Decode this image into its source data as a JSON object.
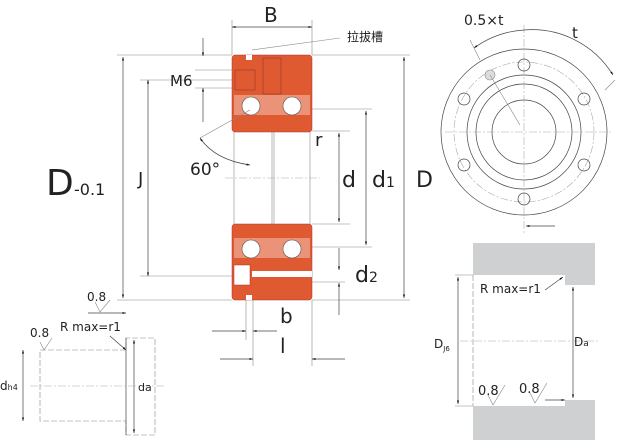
{
  "colors": {
    "bearing_section": "#df5a30",
    "housing": "#cfd0d2"
  },
  "labels": {
    "B": "B",
    "groove": "拉拔槽",
    "M6": "M6",
    "D_main": "D",
    "D_tol": "-0.1",
    "J": "J",
    "angle": "60°",
    "r": "r",
    "d": "d",
    "d1_base": "d",
    "d1_sub": "1",
    "D": "D",
    "d2_base": "d",
    "d2_sub": "2",
    "b": "b",
    "l": "l",
    "rough_top": "0.8",
    "rough_shaft": "0.8",
    "rmax_shaft": "R max=r1",
    "dh4_base": "d",
    "dh4_sub": "h4",
    "da": "da",
    "half_t": "0.5×t",
    "t": "t",
    "rmax_housing": "R max=r1",
    "DJ6_base": "D",
    "DJ6_sub": "J6",
    "Da_base": "D",
    "Da_sub": "a",
    "rough_h1": "0.8",
    "rough_h2": "0.8"
  }
}
